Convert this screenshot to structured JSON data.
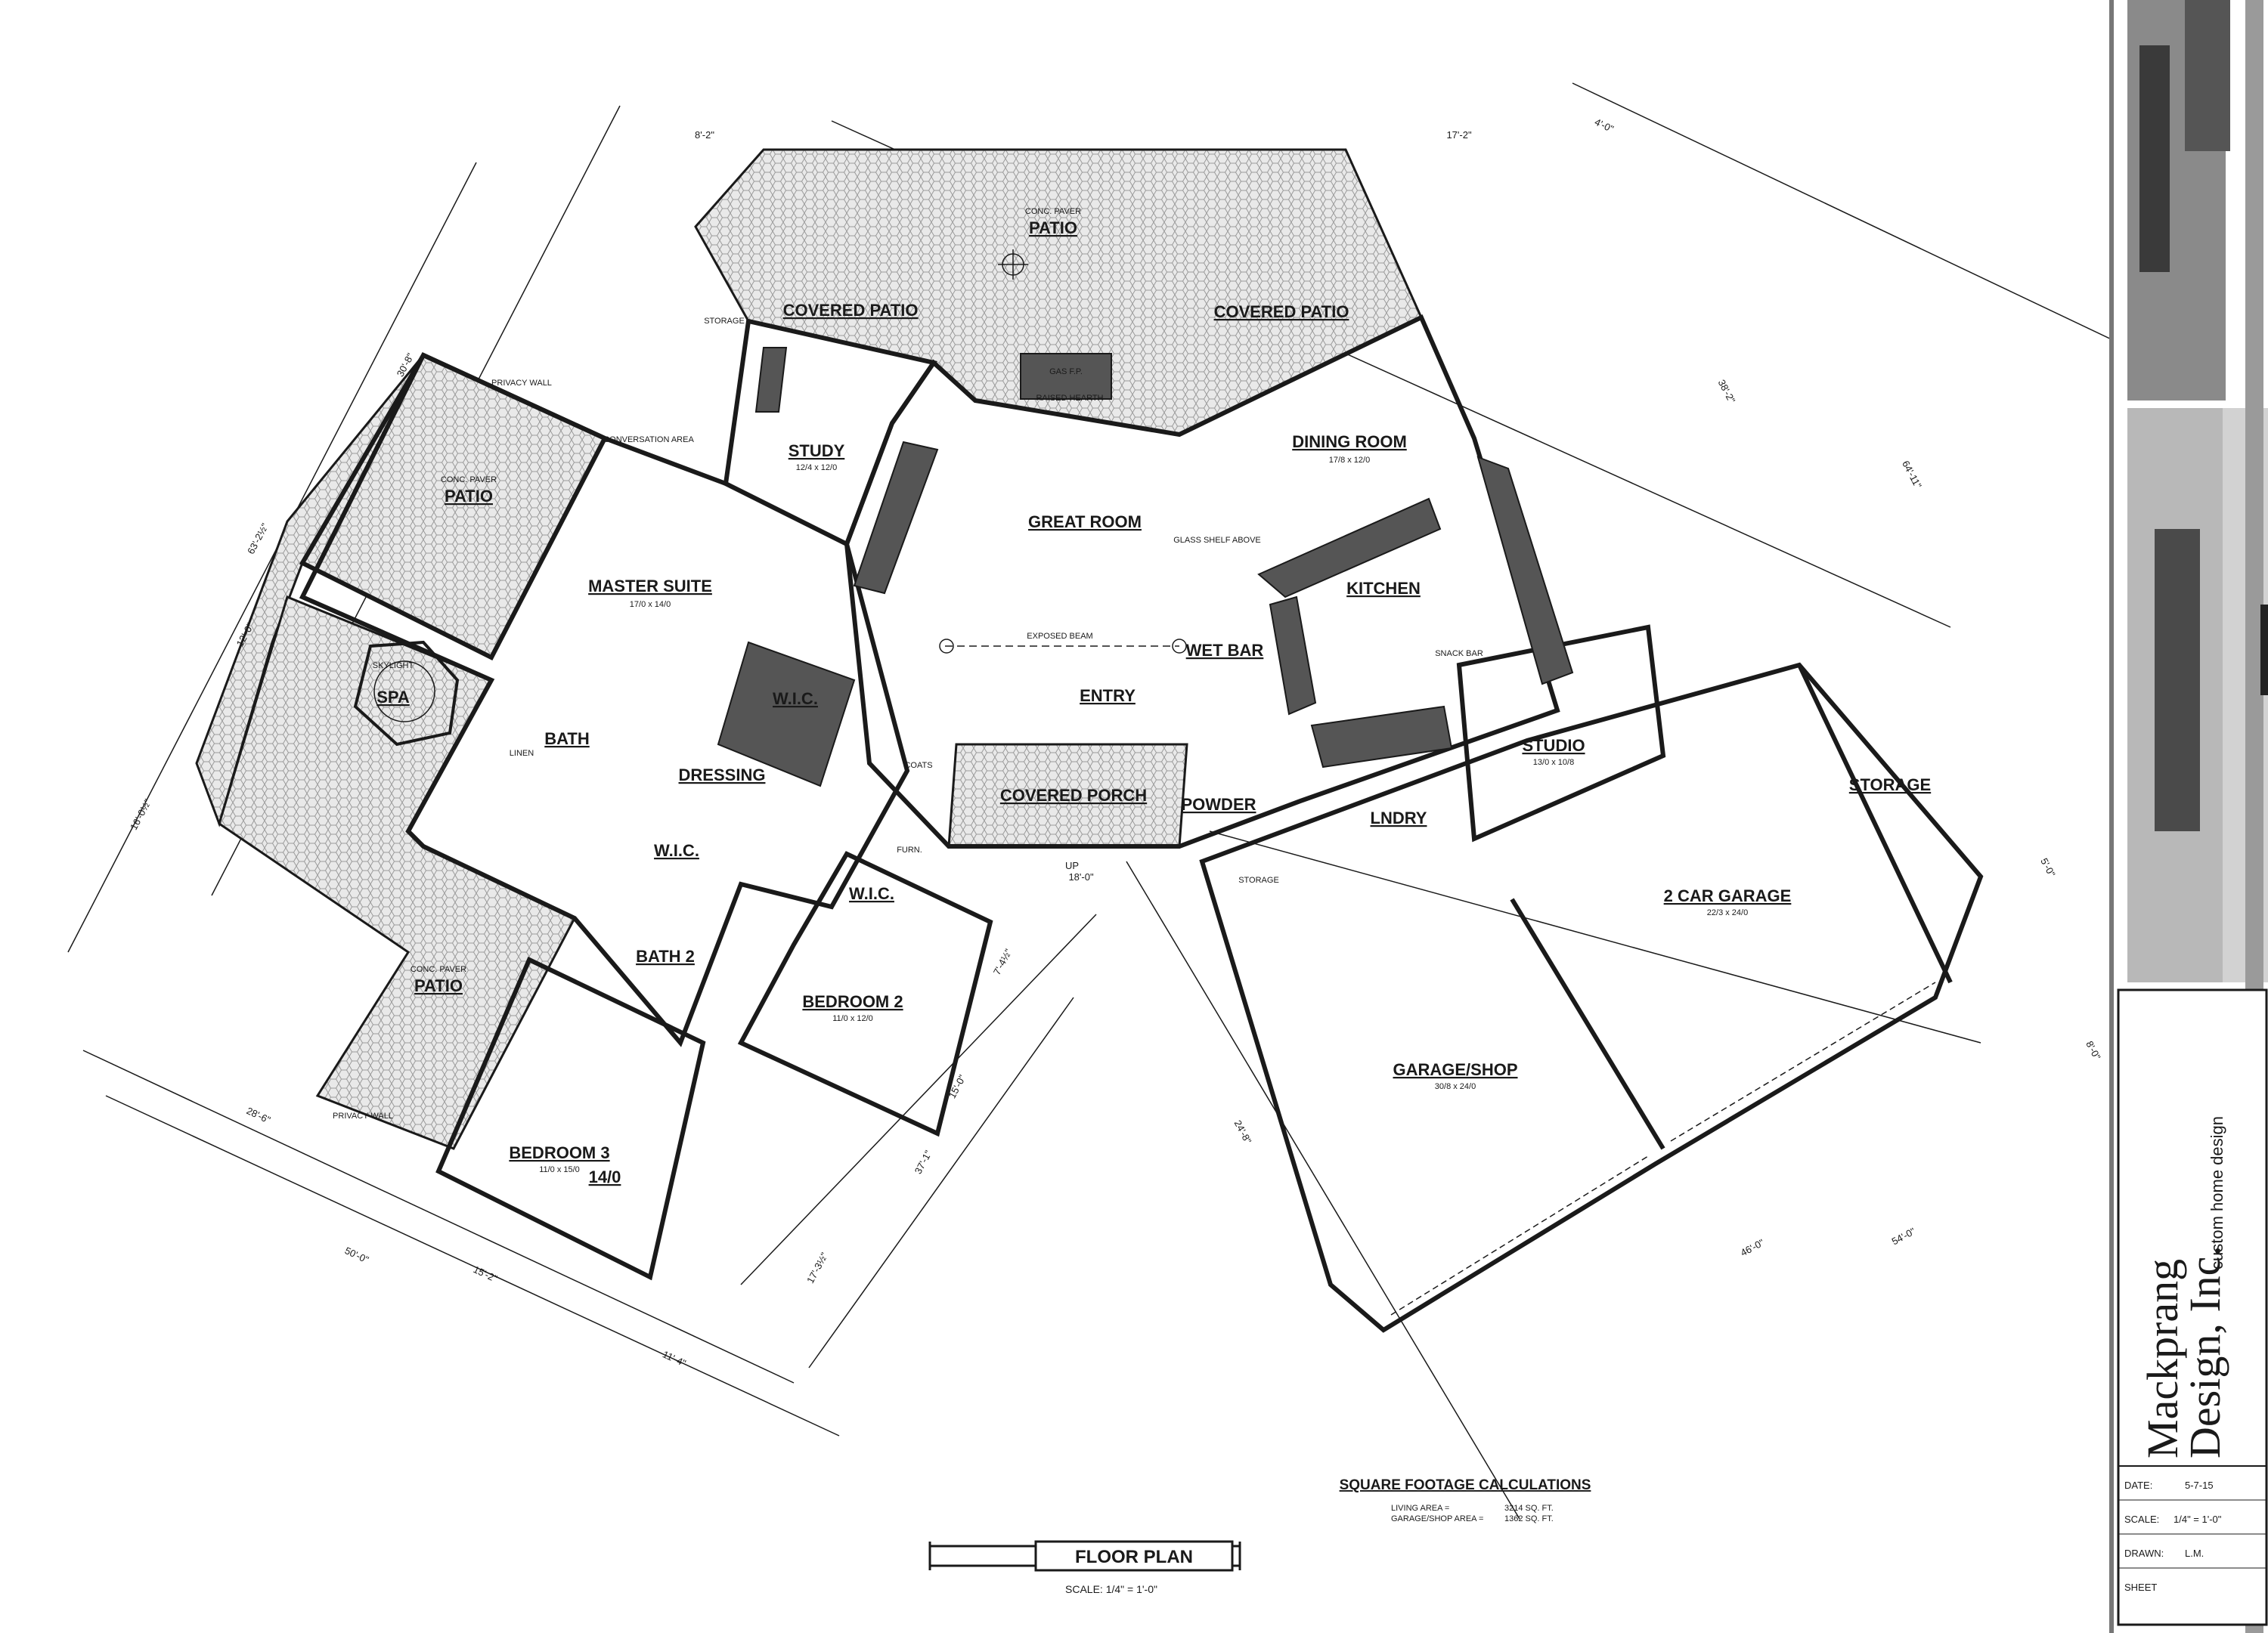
{
  "rooms": {
    "conc_paver_patio_top": "CONC. PAVER",
    "patio_top": "PATIO",
    "covered_patio_left": "COVERED PATIO",
    "covered_patio_right": "COVERED PATIO",
    "storage_nw": "STORAGE",
    "gas_fp": "GAS F.P.",
    "raised_hearth": "RAISED HEARTH",
    "conversation_area": "CONVERSATION AREA",
    "study": "STUDY",
    "study_size": "12/4 x 12/0",
    "great_room": "GREAT ROOM",
    "dining_room": "DINING ROOM",
    "dining_size": "17/8 x 12/0",
    "glass_shelf": "GLASS SHELF ABOVE",
    "kitchen": "KITCHEN",
    "snack_bar": "SNACK BAR",
    "wet_bar": "WET BAR",
    "exposed_beam": "EXPOSED BEAM",
    "entry": "ENTRY",
    "master_suite": "MASTER SUITE",
    "master_size": "17/0 x 14/0",
    "privacy_wall_top": "PRIVACY WALL",
    "conc_paver_patio_left": "CONC. PAVER",
    "patio_left": "PATIO",
    "spa": "SPA",
    "skylight": "SKYLIGHT",
    "bath": "BATH",
    "linen": "LINEN",
    "dressing": "DRESSING",
    "wic_1": "W.I.C.",
    "wic_2": "W.I.C.",
    "wic_3": "W.I.C.",
    "coats": "COATS",
    "covered_porch": "COVERED PORCH",
    "furn": "FURN.",
    "powder": "POWDER",
    "storage_mid": "STORAGE",
    "lndry": "LNDRY",
    "studio": "STUDIO",
    "studio_size": "13/0 x 10/8",
    "storage_right": "STORAGE",
    "two_car_garage": "2 CAR GARAGE",
    "two_car_size": "22/3 x 24/0",
    "garage_shop": "GARAGE/SHOP",
    "garage_shop_size": "30/8 x 24/0",
    "bedroom_2": "BEDROOM 2",
    "bedroom_2_size": "11/0 x 12/0",
    "bath_2": "BATH 2",
    "conc_paver_patio_sw": "CONC. PAVER",
    "patio_sw": "PATIO",
    "privacy_wall_bottom": "PRIVACY WALL",
    "bedroom_3": "BEDROOM 3",
    "bedroom_3_size": "11/0 x 15/0",
    "bedroom_3_note": "14/0"
  },
  "dimensions": {
    "d_up": "UP",
    "d_porch_width": "18'-0\"",
    "d_top_left": "8'-2\"",
    "d_top_right": "17'-2\"",
    "d_left_a": "30'-8\"",
    "d_left_b": "63'-2½\"",
    "d_left_c": "12'-0\"",
    "d_left_d": "16'-0½\"",
    "d_bottom_a": "28'-6\"",
    "d_bottom_b": "50'-0\"",
    "d_bottom_c": "15'-2\"",
    "d_bottom_d": "11'-4\"",
    "d_bottom_e": "17'-3½\"",
    "d_mid_a": "7'-4½\"",
    "d_mid_b": "15'-0\"",
    "d_mid_c": "37'-1\"",
    "d_right_a": "4'-0\"",
    "d_right_b": "38'-2\"",
    "d_right_c": "64'-11\"",
    "d_right_d": "5'-0\"",
    "d_right_e": "8'-0\"",
    "d_gar_a": "24'-8\"",
    "d_gar_b": "46'-0\"",
    "d_gar_c": "54'-0\""
  },
  "notes": {
    "sqft_title": "SQUARE FOOTAGE CALCULATIONS",
    "living_area_label": "LIVING AREA =",
    "living_area_value": "3214 SQ. FT.",
    "garage_area_label": "GARAGE/SHOP AREA =",
    "garage_area_value": "1362 SQ. FT.",
    "plan_title": "FLOOR PLAN",
    "scale": "SCALE: 1/4\" = 1'-0\""
  },
  "title_block": {
    "company_line1": "Mackprang",
    "company_line2": "Design, Inc.",
    "tagline": "custom home design",
    "date_label": "DATE:",
    "date_value": "5-7-15",
    "scale_label": "SCALE:",
    "scale_value": "1/4\" = 1'-0\"",
    "drawn_label": "DRAWN:",
    "drawn_value": "L.M.",
    "sheet_label": "SHEET"
  }
}
